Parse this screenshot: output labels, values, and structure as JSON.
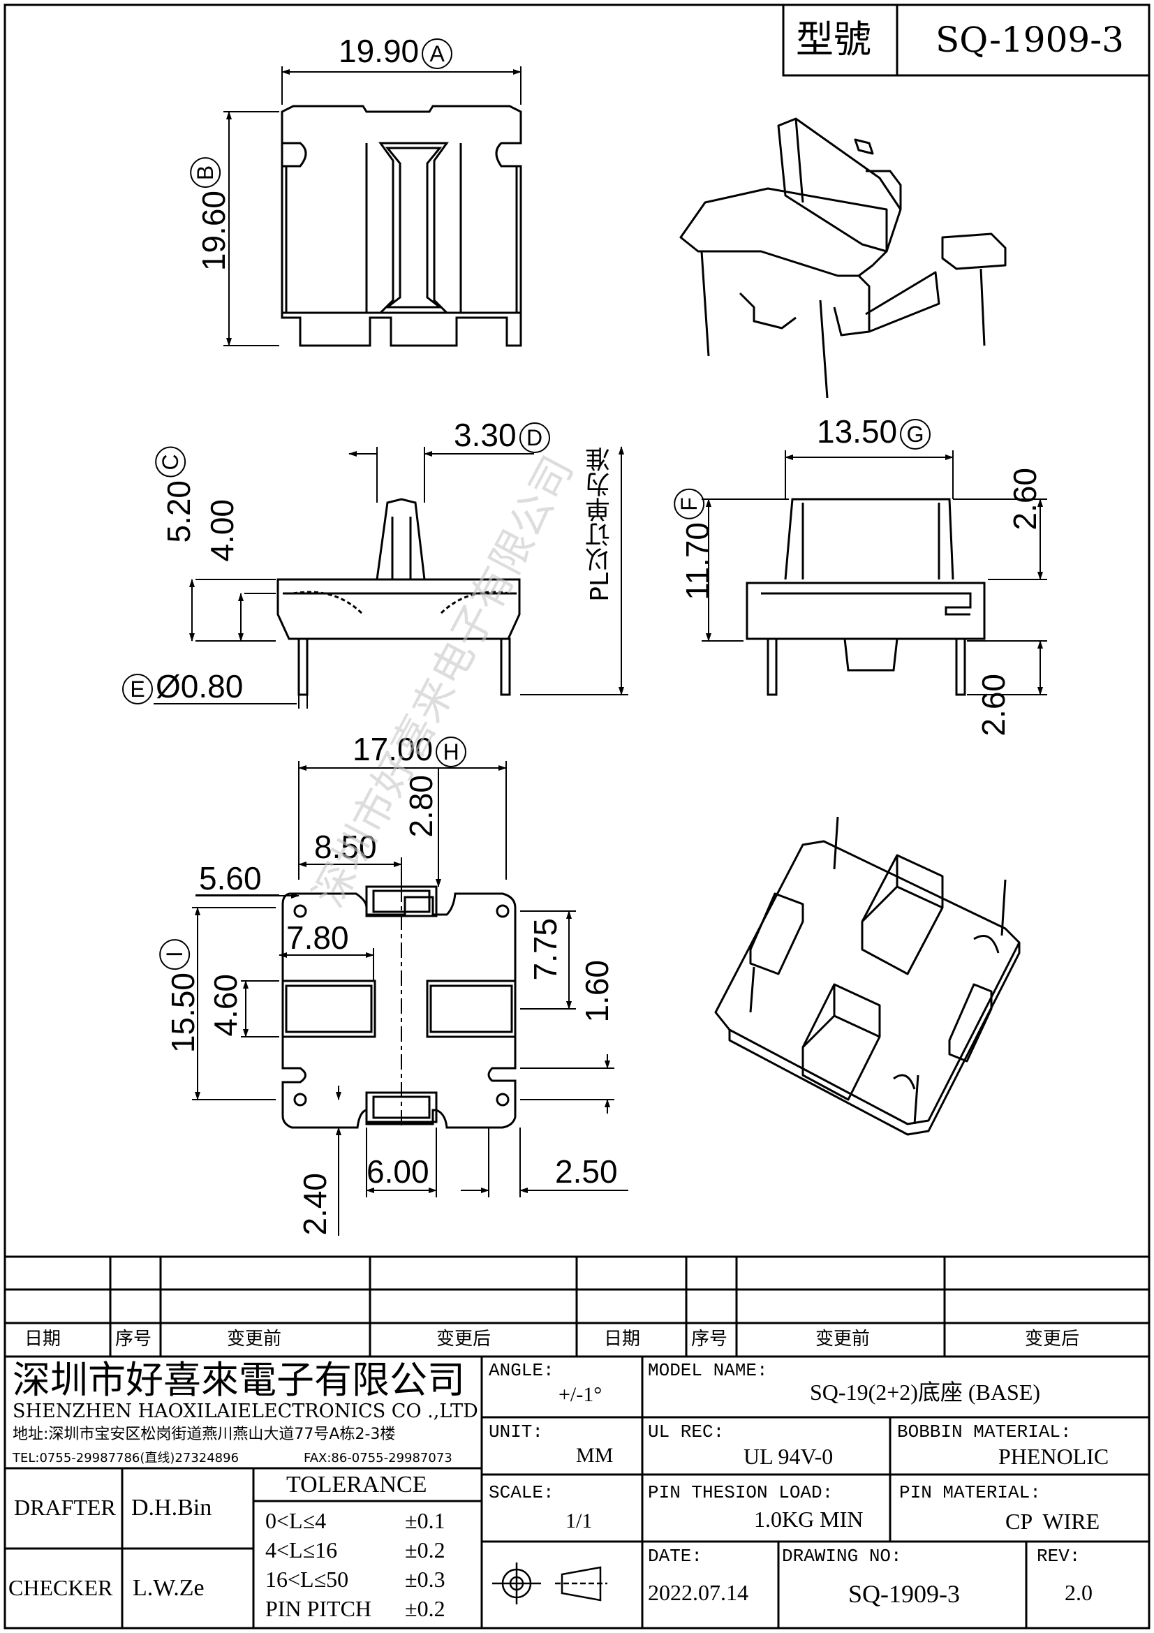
{
  "title_block": {
    "type_label": "型號",
    "model_number": "SQ-1909-3"
  },
  "dimensions": {
    "a": "19.90",
    "a_tag": "A",
    "b": "19.60",
    "b_tag": "B",
    "c": "5.20",
    "c_tag": "C",
    "c_inner": "4.00",
    "d": "3.30",
    "d_tag": "D",
    "e": "Ø0.80",
    "e_tag": "E",
    "pl_note": "PL以订单为准",
    "f": "11.70",
    "f_tag": "F",
    "g": "13.50",
    "g_tag": "G",
    "f_top": "2.60",
    "f_bottom": "2.60",
    "h": "17.00",
    "h_tag": "H",
    "h_280": "2.80",
    "h_850": "8.50",
    "h_560": "5.60",
    "h_780": "7.80",
    "h_775": "7.75",
    "h_460": "4.60",
    "h_160": "1.60",
    "i": "15.50",
    "i_tag": "I",
    "b_240": "2.40",
    "b_600": "6.00",
    "b_250": "2.50"
  },
  "watermark": "深圳市好喜来电子有限公司",
  "revision_table": {
    "headers": [
      "日期",
      "序号",
      "变更前",
      "变更后",
      "日期",
      "序号",
      "变更前",
      "变更后"
    ]
  },
  "company": {
    "name_cn": "深圳市好喜來電子有限公司",
    "name_en": "SHENZHEN HAOXILAIELECTRONICS CO .,LTD",
    "address": "地址:深圳市宝安区松岗街道燕川燕山大道77号A栋2-3楼",
    "tel": "TEL:0755-29987786(直线)27324896",
    "fax": "FAX:86-0755-29987073"
  },
  "people": {
    "drafter_label": "DRAFTER",
    "drafter": "D.H.Bin",
    "checker_label": "CHECKER",
    "checker": "L.W.Ze"
  },
  "tolerance": {
    "title": "TOLERANCE",
    "rows": [
      {
        "range": "0<L≤4",
        "value": "±0.1"
      },
      {
        "range": "4<L≤16",
        "value": "±0.2"
      },
      {
        "range": "16<L≤50",
        "value": "±0.3"
      },
      {
        "range": "PIN PITCH",
        "value": "±0.2"
      }
    ]
  },
  "specs": {
    "angle_label": "ANGLE:",
    "angle": "+/-1°",
    "unit_label": "UNIT:",
    "unit": "MM",
    "scale_label": "SCALE:",
    "scale": "1/1",
    "model_name_label": "MODEL NAME:",
    "model_name": "SQ-19(2+2)底座 (BASE)",
    "ul_label": "UL REC:",
    "ul": "UL 94V-0",
    "bobbin_label": "BOBBIN MATERIAL:",
    "bobbin": "PHENOLIC",
    "pin_load_label": "PIN THESION LOAD:",
    "pin_load": "1.0KG MIN",
    "pin_mat_label": "PIN MATERIAL:",
    "pin_mat": "CP  WIRE",
    "date_label": "DATE:",
    "date": "2022.07.14",
    "drawing_no_label": "DRAWING NO:",
    "drawing_no": "SQ-1909-3",
    "rev_label": "REV:",
    "rev": "2.0"
  }
}
